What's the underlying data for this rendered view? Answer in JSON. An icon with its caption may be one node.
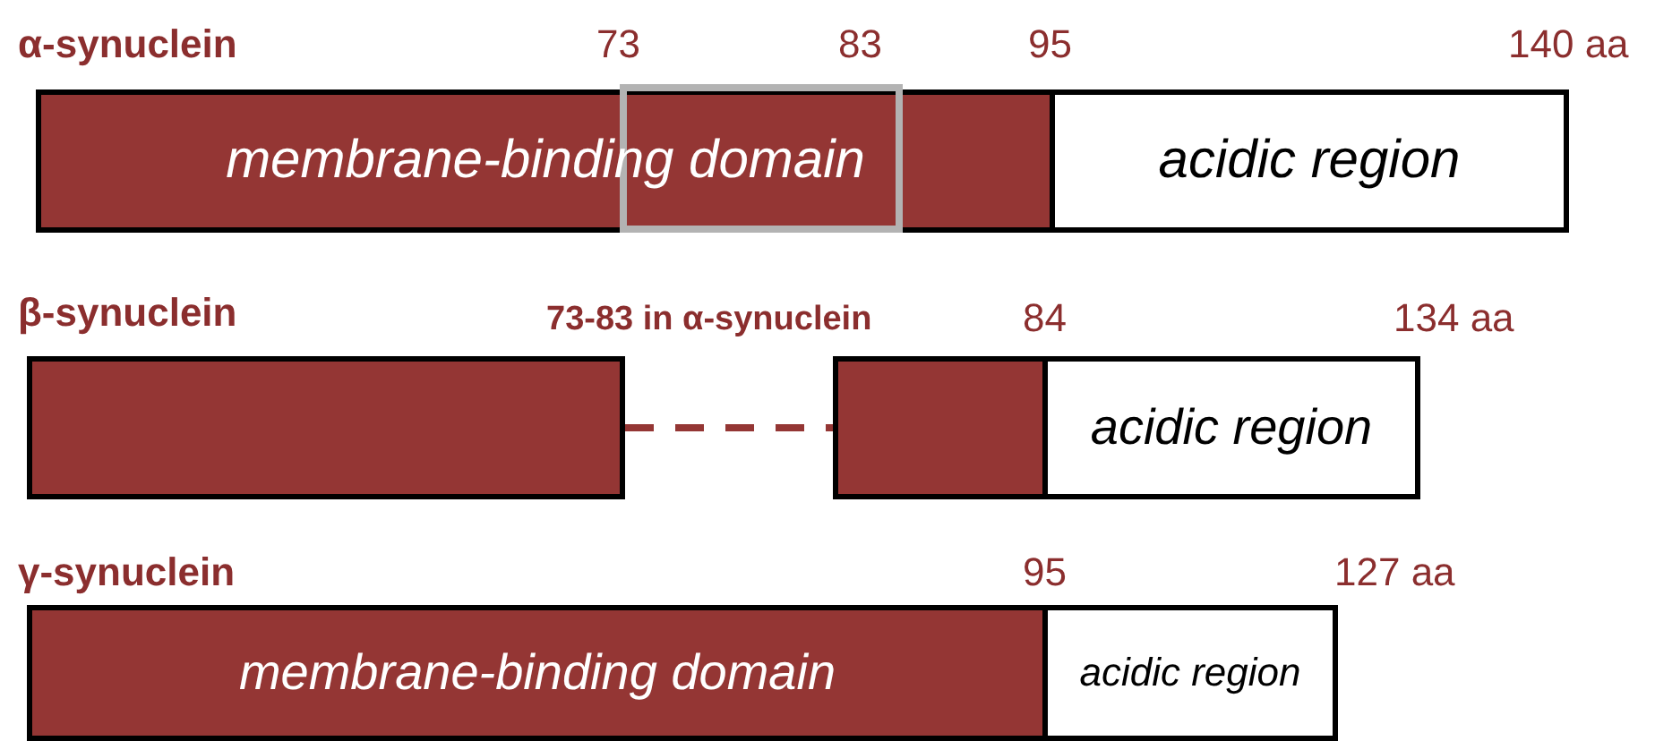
{
  "diagram": {
    "nodes": [
      {
        "text": [
          "membrane-binding domain"
        ]
      },
      {
        "text": [],
        "shape": "box",
        "in": 0
      },
      {
        "text": [
          "acidic region"
        ]
      },
      {
        "text": [],
        "shape": "box"
      },
      {
        "text": [],
        "shape": "box"
      },
      {
        "text": [
          "acidic region"
        ]
      },
      {
        "text": [
          "membrane-binding domain"
        ]
      },
      {
        "text": [
          "acidic region"
        ]
      }
    ],
    "edges": [
      {
        "from": 3,
        "to": 4,
        "arrow": "none",
        "style": "dashed"
      }
    ],
    "labels": [
      "α-synuclein",
      "73",
      "83",
      "95",
      "140 aa",
      "β-synuclein",
      "73-83 in α-synuclein",
      "84",
      "134 aa",
      "γ-synuclein",
      "95",
      "127 aa"
    ]
  }
}
